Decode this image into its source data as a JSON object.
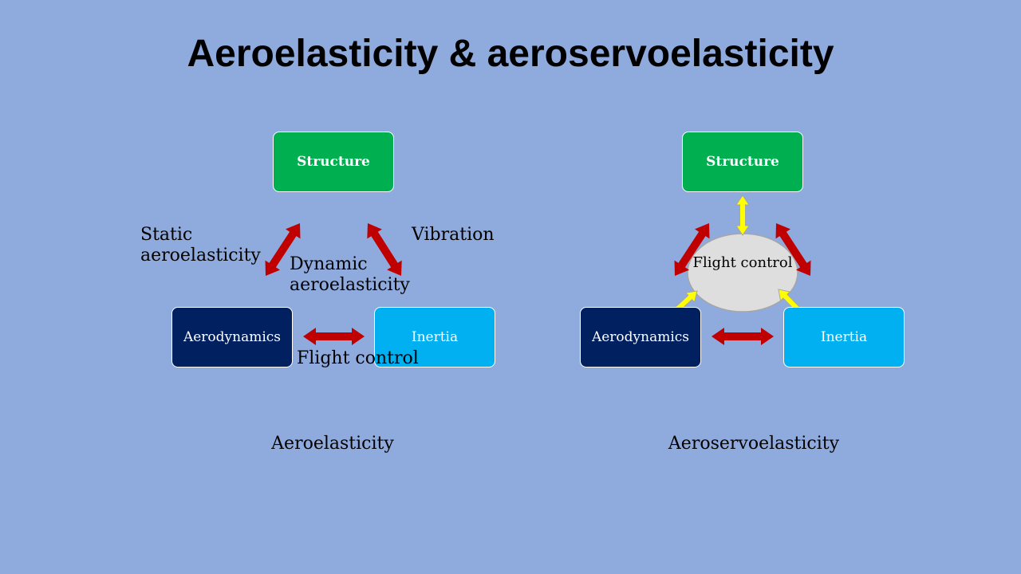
{
  "title": "Aeroelasticity & aeroservoelasticity",
  "left_diagram": {
    "structure": "Structure",
    "aerodynamics": "Aerodynamics",
    "inertia": "Inertia",
    "static_label": "Static aeroelasticity",
    "vibration_label": "Vibration",
    "dynamic_label": "Dynamic aeroelasticity",
    "flight_control_label": "Flight control",
    "caption": "Aeroelasticity"
  },
  "right_diagram": {
    "structure": "Structure",
    "aerodynamics": "Aerodynamics",
    "inertia": "Inertia",
    "flight_control": "Flight control",
    "caption": "Aeroservoelasticity"
  },
  "colors": {
    "background": "#8faadc",
    "structure": "#00b050",
    "aerodynamics": "#002060",
    "inertia": "#00b0f0",
    "red_arrow": "#c00000",
    "yellow_arrow": "#ffff00",
    "flight_control_fill": "#dedede"
  }
}
